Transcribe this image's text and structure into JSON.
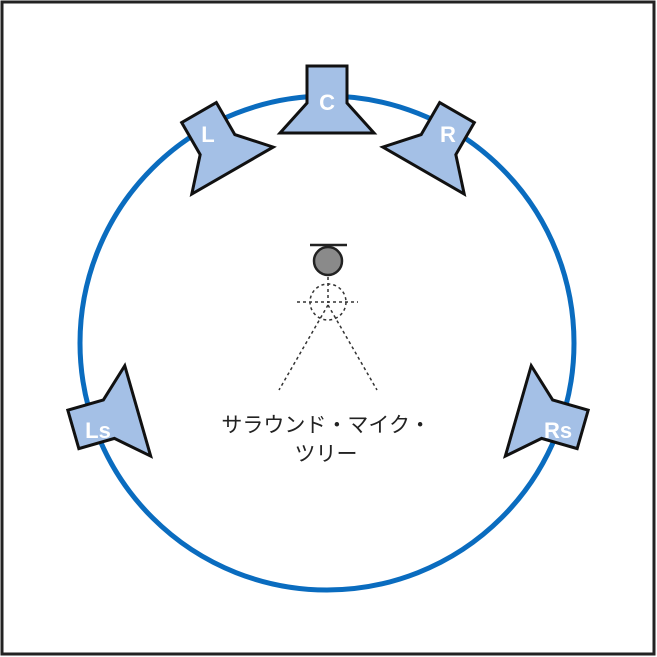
{
  "colors": {
    "circle": "#0a6cbf",
    "speaker_fill": "#a4c0e6",
    "speaker_stroke": "#111111",
    "mic": "#8a8a8a"
  },
  "speakers": [
    {
      "id": "C",
      "label": "C"
    },
    {
      "id": "L",
      "label": "L"
    },
    {
      "id": "R",
      "label": "R"
    },
    {
      "id": "Ls",
      "label": "Ls"
    },
    {
      "id": "Rs",
      "label": "Rs"
    }
  ],
  "caption": {
    "line1": "サラウンド・マイク・",
    "line2": "ツリー"
  }
}
